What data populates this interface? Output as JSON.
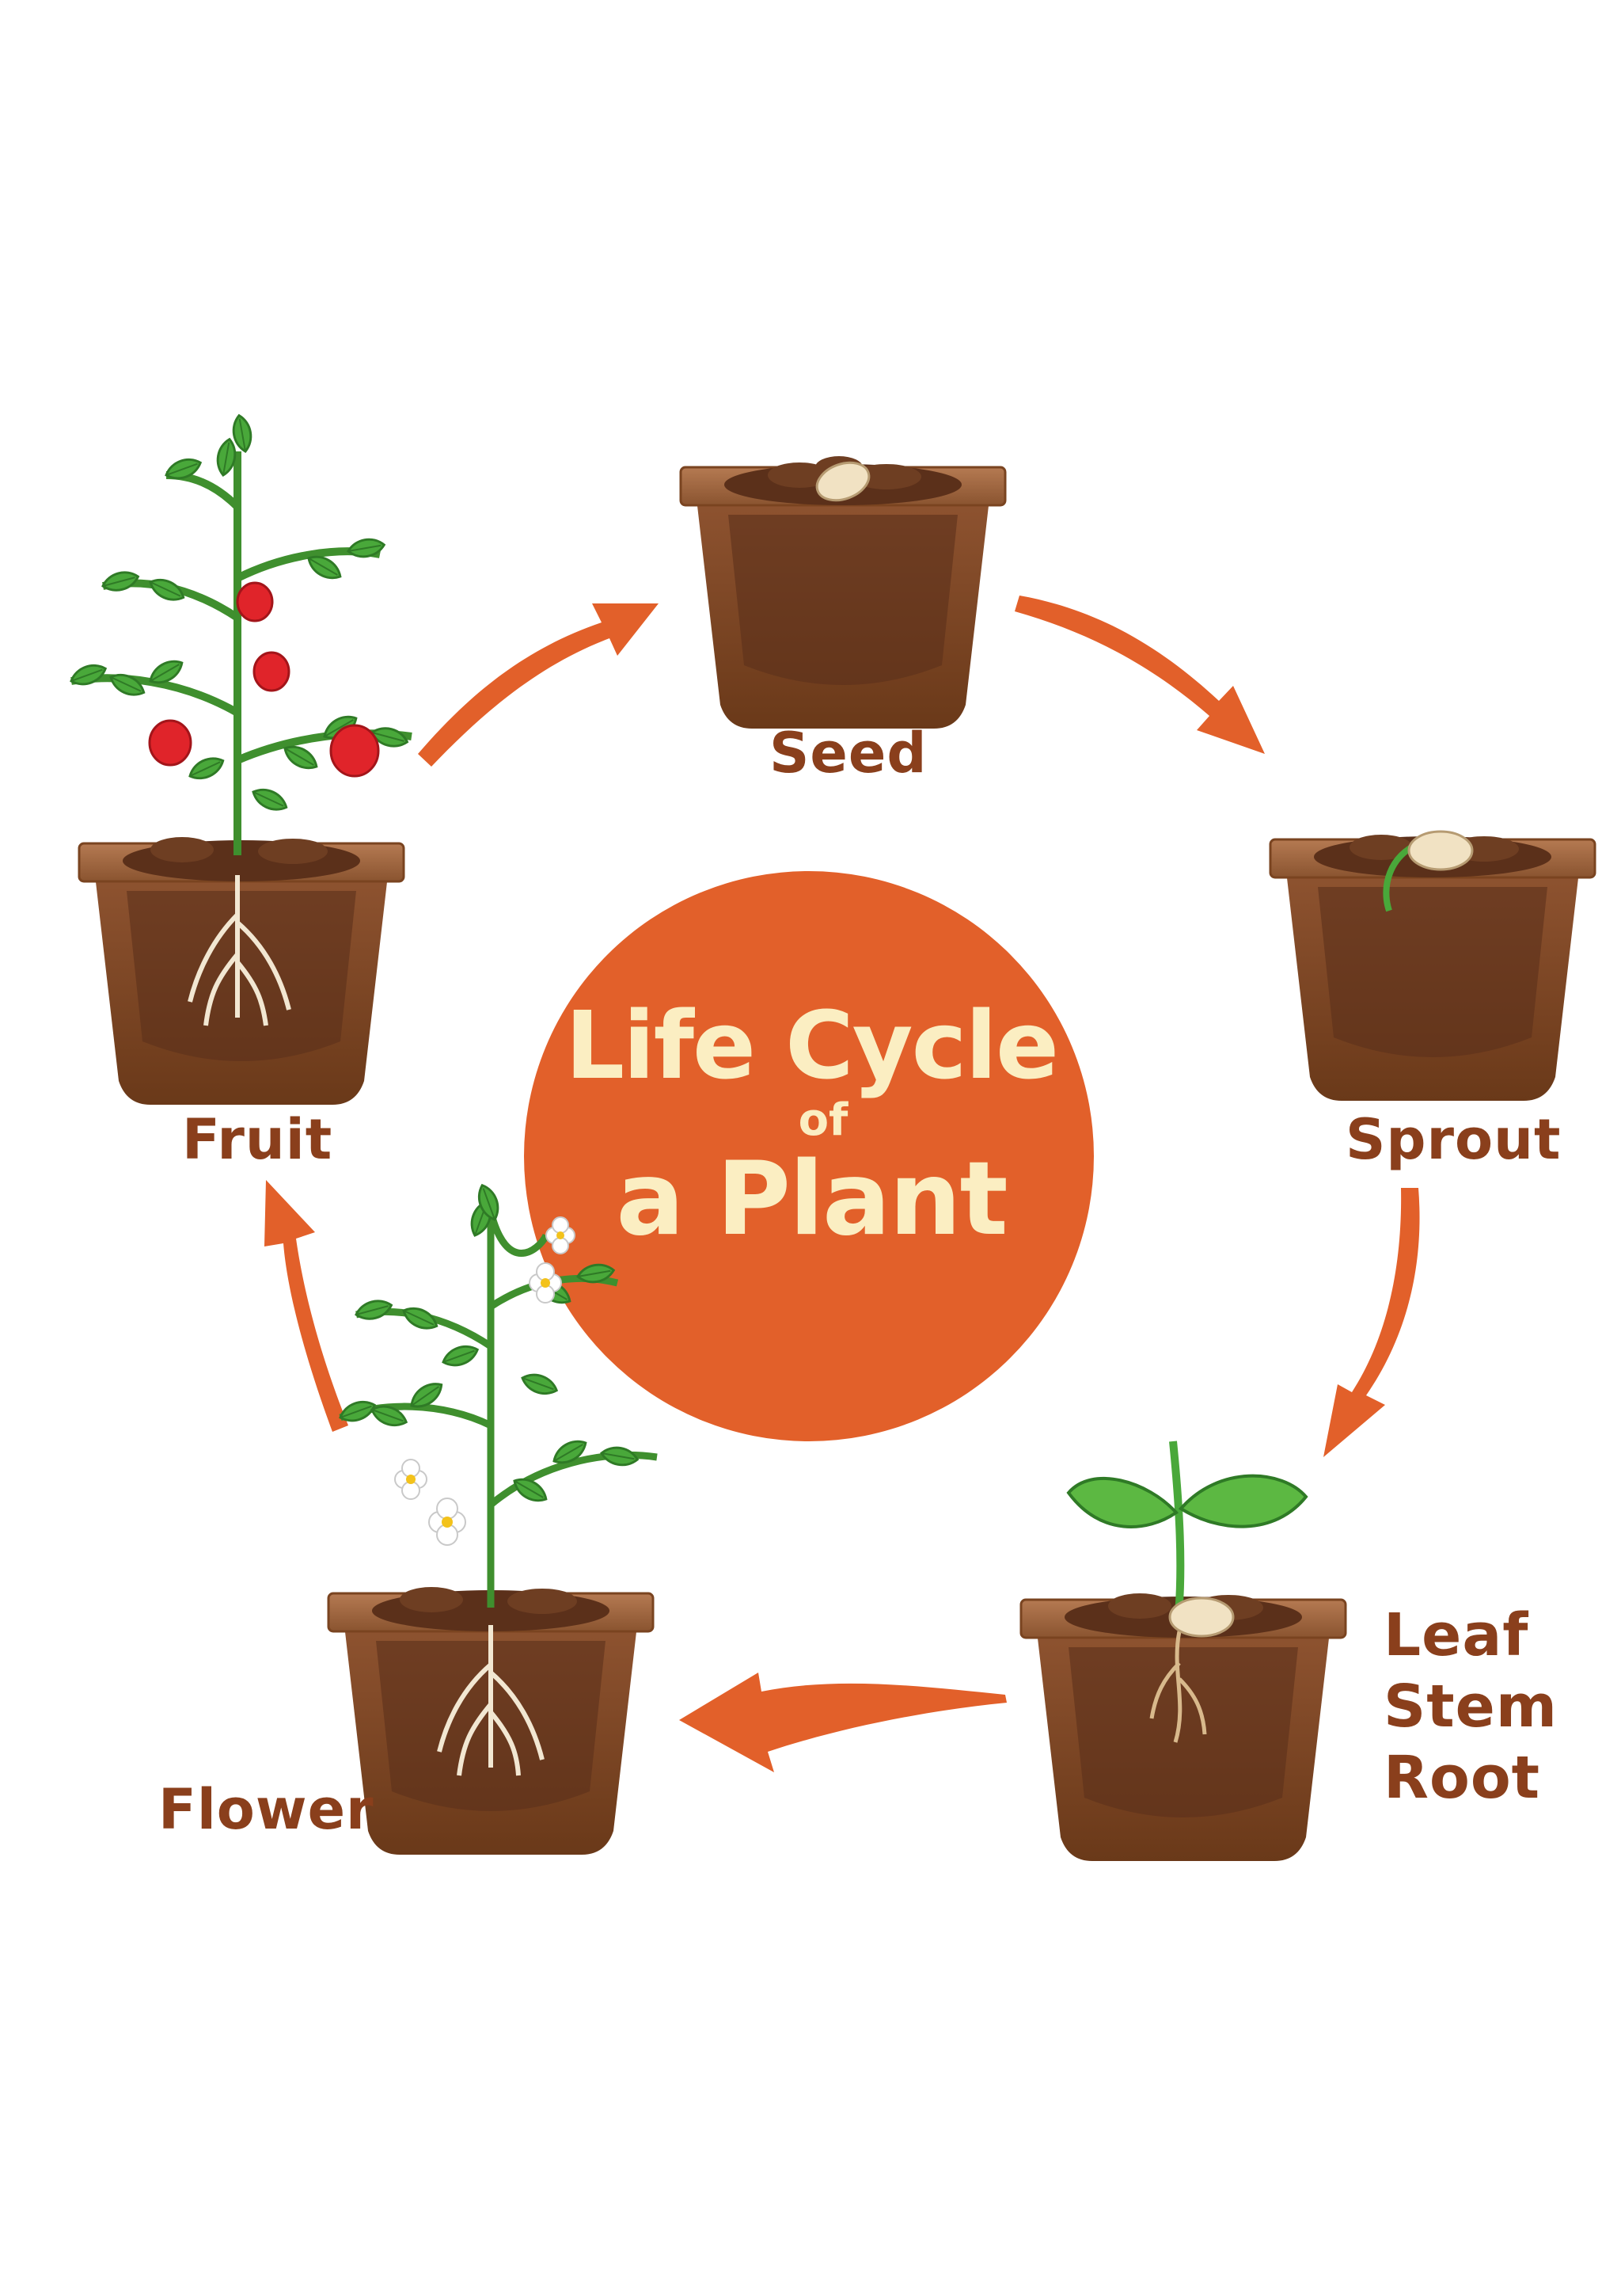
{
  "diagram": {
    "title_line1": "Life Cycle",
    "title_line2": "of",
    "title_line3": "a Plant",
    "colors": {
      "center_circle": "#e2602a",
      "arrow": "#e2602a",
      "title_text": "#fbeec2",
      "label_text": "#8a3f1c",
      "pot": "#7a4420",
      "soil": "#5b301a",
      "leaf": "#3f9c32",
      "fruit": "#e0242a"
    },
    "stages": {
      "seed": {
        "label": "Seed"
      },
      "sprout": {
        "label": "Sprout"
      },
      "seedling": {
        "labels": [
          "Leaf",
          "Stem",
          "Root"
        ]
      },
      "flower": {
        "label": "Flower"
      },
      "fruit": {
        "label": "Fruit"
      }
    }
  }
}
